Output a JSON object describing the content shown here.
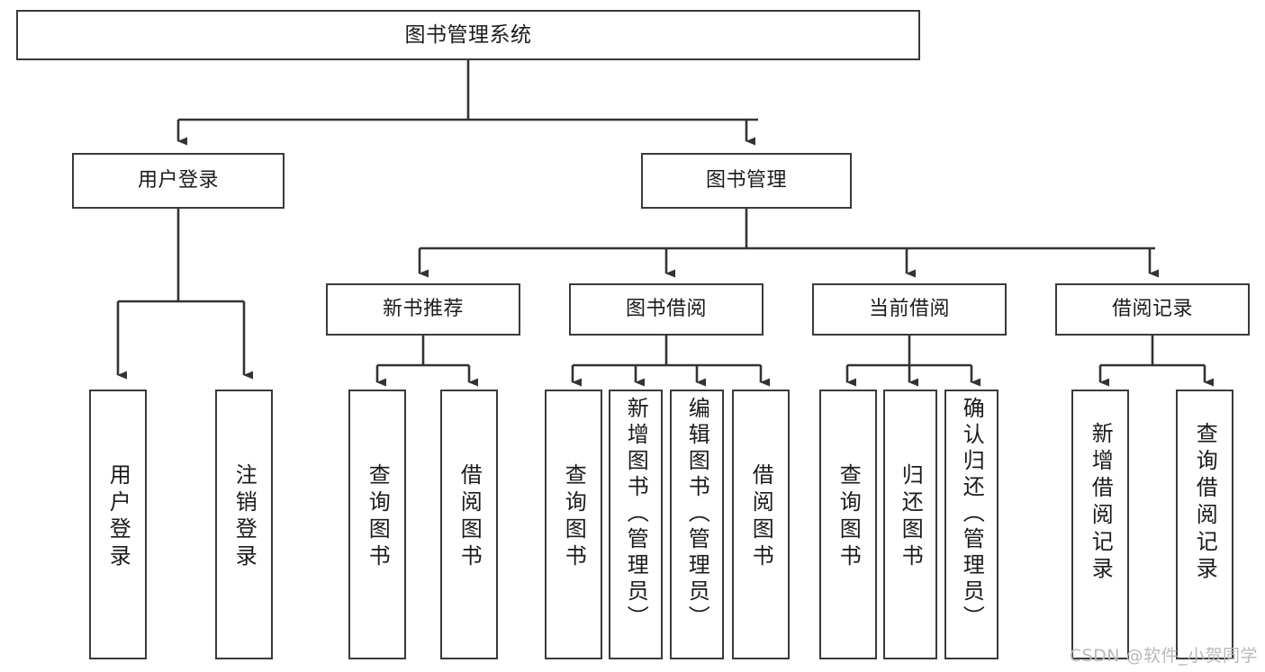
{
  "diagram": {
    "title": "图书管理系统",
    "type": "hierarchy-tree",
    "watermark": "CSDN @软件_小贺同学",
    "colors": {
      "box_border": "#3a3a3a",
      "box_fill": "#ffffff",
      "edge": "#333333",
      "text": "#1b1b1b",
      "watermark": "#b9b9b9",
      "background": "#ffffff"
    },
    "nodes": {
      "root": {
        "label": "图书管理系统",
        "level": 0
      },
      "l1": [
        {
          "id": "user_login",
          "label": "用户登录",
          "level": 1
        },
        {
          "id": "book_manage",
          "label": "图书管理",
          "level": 1
        }
      ],
      "l2": [
        {
          "id": "new_book_rec",
          "label": "新书推荐",
          "level": 2,
          "parent": "book_manage"
        },
        {
          "id": "book_borrow",
          "label": "图书借阅",
          "level": 2,
          "parent": "book_manage"
        },
        {
          "id": "current_borrow",
          "label": "当前借阅",
          "level": 2,
          "parent": "book_manage"
        },
        {
          "id": "borrow_record",
          "label": "借阅记录",
          "level": 2,
          "parent": "book_manage"
        }
      ],
      "leaves": [
        {
          "id": "leaf_user_login",
          "label": "用户登录",
          "parent": "user_login"
        },
        {
          "id": "leaf_user_logout",
          "label": "注销登录",
          "parent": "user_login"
        },
        {
          "id": "leaf_query_book_1",
          "label": "查询图书",
          "parent": "new_book_rec"
        },
        {
          "id": "leaf_borrow_book_1",
          "label": "借阅图书",
          "parent": "new_book_rec"
        },
        {
          "id": "leaf_query_book_2",
          "label": "查询图书",
          "parent": "book_borrow"
        },
        {
          "id": "leaf_add_book",
          "label": "新增图书（管理员）",
          "parent": "book_borrow"
        },
        {
          "id": "leaf_edit_book",
          "label": "编辑图书（管理员）",
          "parent": "book_borrow"
        },
        {
          "id": "leaf_borrow_book_2",
          "label": "借阅图书",
          "parent": "book_borrow"
        },
        {
          "id": "leaf_query_book_3",
          "label": "查询图书",
          "parent": "current_borrow"
        },
        {
          "id": "leaf_return_book",
          "label": "归还图书",
          "parent": "current_borrow"
        },
        {
          "id": "leaf_confirm_return",
          "label": "确认归还（管理员）",
          "parent": "current_borrow"
        },
        {
          "id": "leaf_add_record",
          "label": "新增借阅记录",
          "parent": "borrow_record"
        },
        {
          "id": "leaf_query_record",
          "label": "查询借阅记录",
          "parent": "borrow_record"
        }
      ]
    }
  }
}
